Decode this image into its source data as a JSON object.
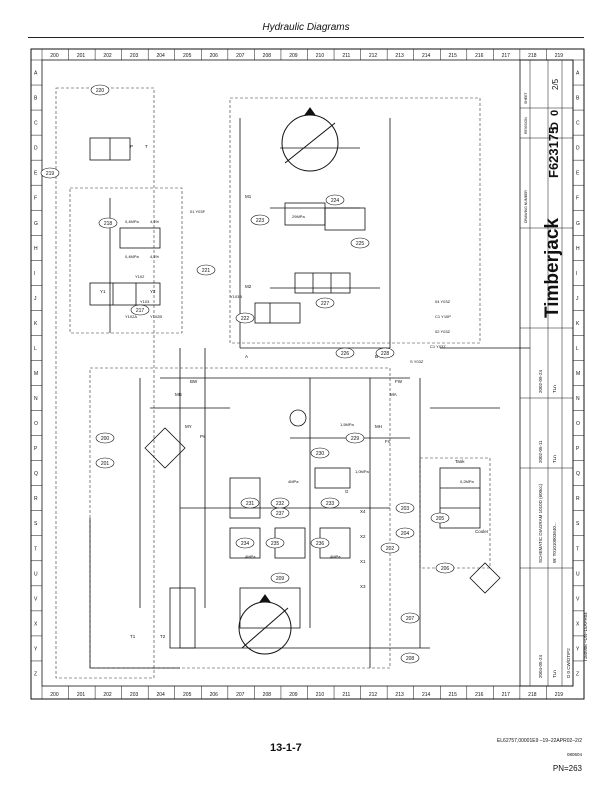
{
  "header": {
    "title": "Hydraulic Diagrams"
  },
  "footer": {
    "ref": "EL62757,00001E9 –19–22APR02–2/2",
    "page": "13-1-7",
    "code": "080604",
    "pn": "PN=263",
    "side_id": "T160906 –UN–15APR04"
  },
  "border": {
    "rows": [
      "A",
      "B",
      "C",
      "D",
      "E",
      "F",
      "G",
      "H",
      "I",
      "J",
      "K",
      "L",
      "M",
      "N",
      "O",
      "P",
      "Q",
      "R",
      "S",
      "T",
      "U",
      "V",
      "X",
      "Y",
      "Z"
    ],
    "cols": [
      "200",
      "201",
      "202",
      "203",
      "204",
      "205",
      "206",
      "207",
      "208",
      "209",
      "210",
      "211",
      "212",
      "213",
      "214",
      "215",
      "216",
      "217",
      "218",
      "219"
    ]
  },
  "title_block": {
    "company": "Timberjack",
    "drawing_no": "F623175",
    "rev_letter": "D",
    "rev_number": "0",
    "sheet": "2/5",
    "label_drawing_no": "DRAWING NUMBER",
    "label_rev": "REVISION",
    "label_sheet": "SHEET",
    "title1": "SCHEMATIC DIAGRAM 1010D (600cc)",
    "title2": "W: T01010003640...",
    "dates": [
      "2002-09-24",
      "2002-05-11",
      "2004-05-24"
    ],
    "initials": [
      "TLn",
      "TLn",
      "TLn"
    ],
    "rev_code": "D 0 CW/DTIP2"
  },
  "labels": {
    "components": [
      "220",
      "219",
      "218",
      "217",
      "221",
      "222",
      "223",
      "224",
      "225",
      "226",
      "227",
      "228",
      "229",
      "230",
      "231",
      "232",
      "233",
      "234",
      "235",
      "236",
      "237",
      "200",
      "201",
      "202",
      "203",
      "204",
      "205",
      "206",
      "207",
      "208",
      "209"
    ],
    "ports": [
      "A",
      "B",
      "P",
      "T",
      "BW",
      "FW",
      "Y1",
      "Y2",
      "X1",
      "X2",
      "X3",
      "X4",
      "MA",
      "MB",
      "MH",
      "MY",
      "T1",
      "T2",
      "Ps",
      "Fs",
      "G",
      "M1",
      "M2",
      "Tank",
      "Cooler"
    ],
    "pressures": [
      "0,4MPa",
      "0,4MPa",
      "4,4%",
      "4,4%",
      "29MPa",
      "1,0MPa",
      "1,5MPa",
      "4MPa",
      "4MPa",
      "4MPa",
      "0,2MPa"
    ],
    "signals": [
      "01 Y03F",
      "Y103B",
      "Y102",
      "Y103",
      "Y102A",
      "Y102B",
      "04 Y03Z",
      "C1 Y10P",
      "02 Y03Z",
      "S Y03Z",
      "C1 Y03Z"
    ]
  }
}
